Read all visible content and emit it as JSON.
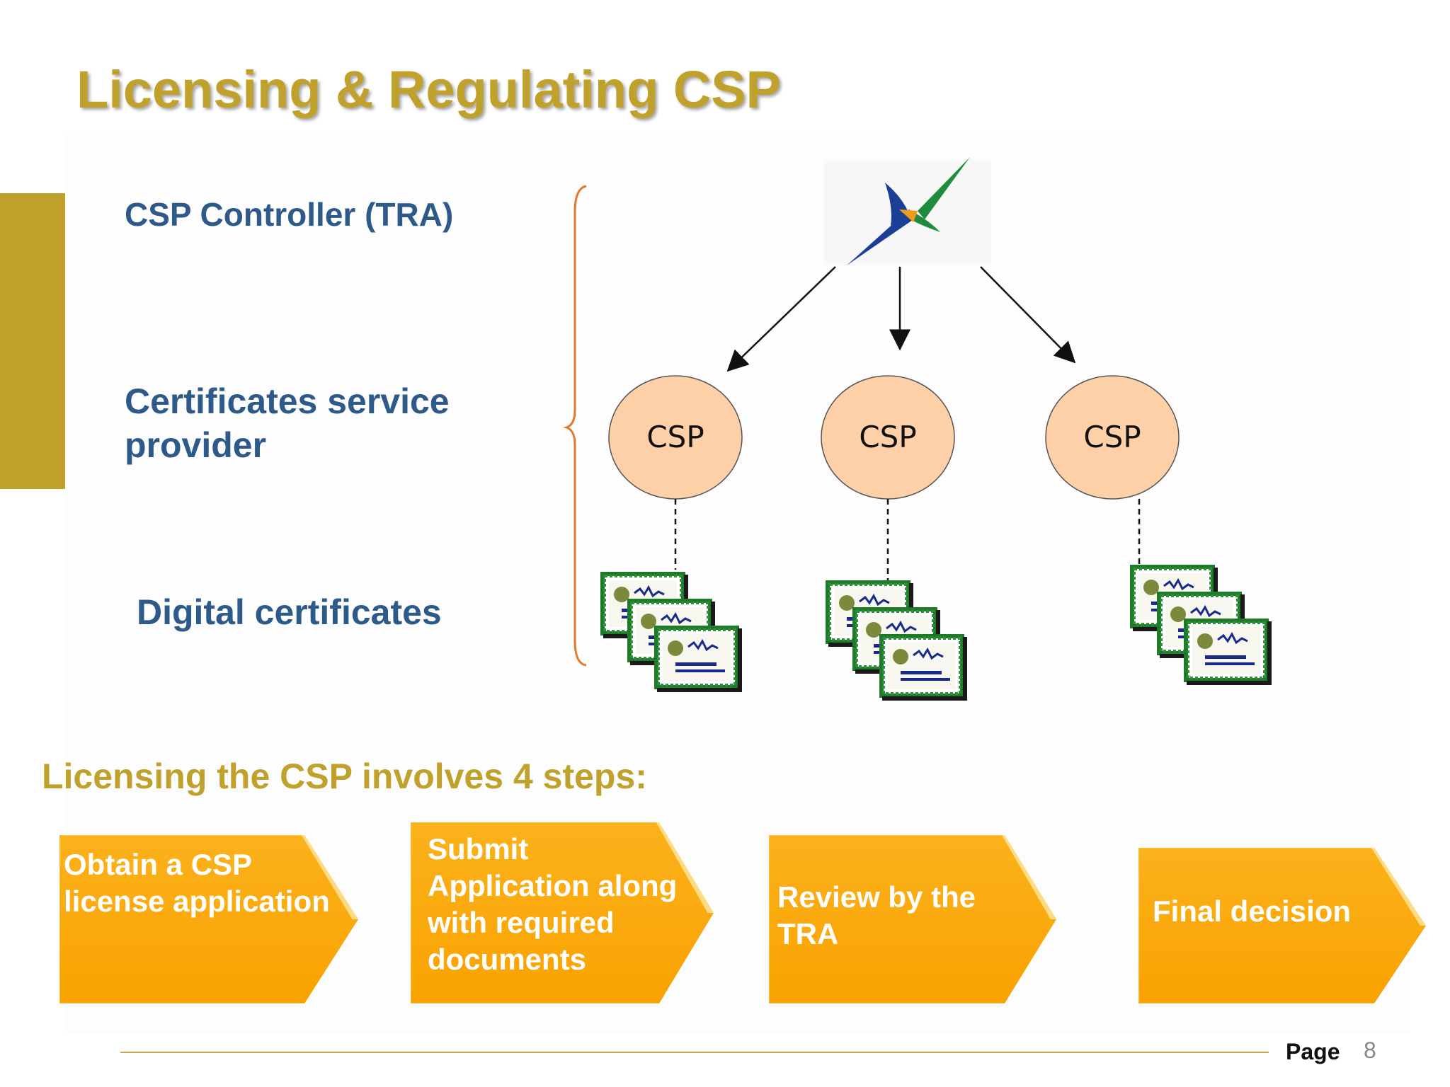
{
  "slide": {
    "title": "Licensing & Regulating CSP"
  },
  "labels": {
    "controller": "CSP Controller (TRA)",
    "provider": "Certificates service provider",
    "certificates": "Digital certificates"
  },
  "diagram": {
    "nodes": [
      "CSP",
      "CSP",
      "CSP"
    ]
  },
  "steps": {
    "heading": "Licensing the CSP involves 4 steps:",
    "items": [
      "Obtain a CSP license application",
      "Submit Application along with required documents",
      "Review by the TRA",
      "Final decision"
    ]
  },
  "footer": {
    "page_label": "Page",
    "page_number": "8"
  },
  "colors": {
    "accent_gold": "#bfa12c",
    "label_blue": "#2e5a8a",
    "step_orange": "#f9a200",
    "node_fill": "#fdd0a8",
    "brace_orange": "#e07a2e"
  }
}
